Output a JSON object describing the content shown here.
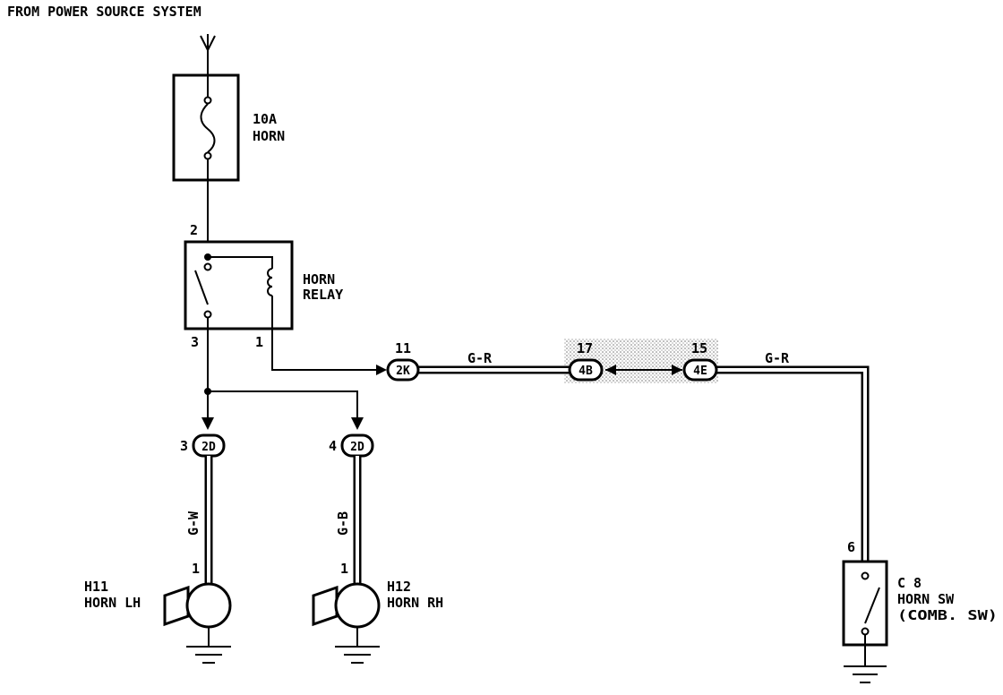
{
  "header": {
    "source_label": "FROM POWER SOURCE SYSTEM"
  },
  "fuse": {
    "rating": "10A",
    "name": "HORN"
  },
  "relay": {
    "line1": "HORN",
    "line2": "RELAY",
    "pin_top": "2",
    "pin_bottom_left": "3",
    "pin_bottom_right": "1"
  },
  "connectors": {
    "c2k": {
      "code": "2K",
      "pin": "11"
    },
    "c4b": {
      "code": "4B",
      "pin": "17"
    },
    "c4e": {
      "code": "4E",
      "pin": "15"
    },
    "c2d_left": {
      "code": "2D",
      "pin": "3"
    },
    "c2d_right": {
      "code": "2D",
      "pin": "4"
    }
  },
  "wires": {
    "relay_to_switch_a": "G-R",
    "relay_to_switch_b": "G-R",
    "horn_lh": "G-W",
    "horn_rh": "G-B"
  },
  "horn_lh": {
    "id": "H11",
    "name": "HORN LH",
    "pin": "1"
  },
  "horn_rh": {
    "id": "H12",
    "name": "HORN RH",
    "pin": "1"
  },
  "horn_switch": {
    "id": "C 8",
    "name": "HORN SW",
    "sub": "(COMB. SW)",
    "pin": "6"
  },
  "colors": {
    "line": "#000000",
    "background": "#ffffff"
  }
}
